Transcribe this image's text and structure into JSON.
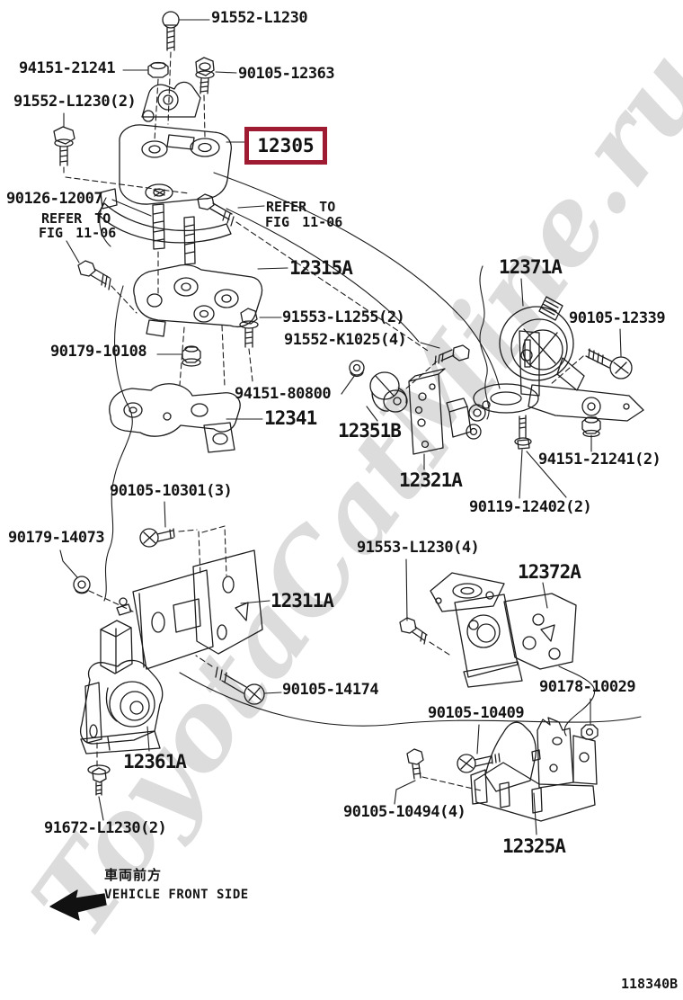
{
  "watermark": {
    "text": "ToyotaCatMine.ru",
    "color": "#dcdcdc"
  },
  "highlight": {
    "number": "12305",
    "border_color": "#9e1b32"
  },
  "figure_code": "118340B",
  "front_note": {
    "jp": "車両前方",
    "en": "VEHICLE FRONT SIDE"
  },
  "labels": [
    {
      "text": "91552-L1230"
    },
    {
      "text": "94151-21241"
    },
    {
      "text": "90105-12363"
    },
    {
      "text": "91552-L1230(2)"
    },
    {
      "text": "90126-12007"
    },
    {
      "text": "REFER TO"
    },
    {
      "text": "FIG 11-06"
    },
    {
      "text": "REFER TO"
    },
    {
      "text": "FIG 11-06"
    },
    {
      "text": "12315A"
    },
    {
      "text": "12371A"
    },
    {
      "text": "90105-12339"
    },
    {
      "text": "91553-L1255(2)"
    },
    {
      "text": "91552-K1025(4)"
    },
    {
      "text": "90179-10108"
    },
    {
      "text": "94151-80800"
    },
    {
      "text": "12341"
    },
    {
      "text": "12351B"
    },
    {
      "text": "12321A"
    },
    {
      "text": "94151-21241(2)"
    },
    {
      "text": "90119-12402(2)"
    },
    {
      "text": "90105-10301(3)"
    },
    {
      "text": "90179-14073"
    },
    {
      "text": "12311A"
    },
    {
      "text": "91553-L1230(4)"
    },
    {
      "text": "12372A"
    },
    {
      "text": "90105-14174"
    },
    {
      "text": "90178-10029"
    },
    {
      "text": "90105-10409"
    },
    {
      "text": "90105-10494(4)"
    },
    {
      "text": "12325A"
    },
    {
      "text": "12361A"
    },
    {
      "text": "91672-L1230(2)"
    }
  ]
}
